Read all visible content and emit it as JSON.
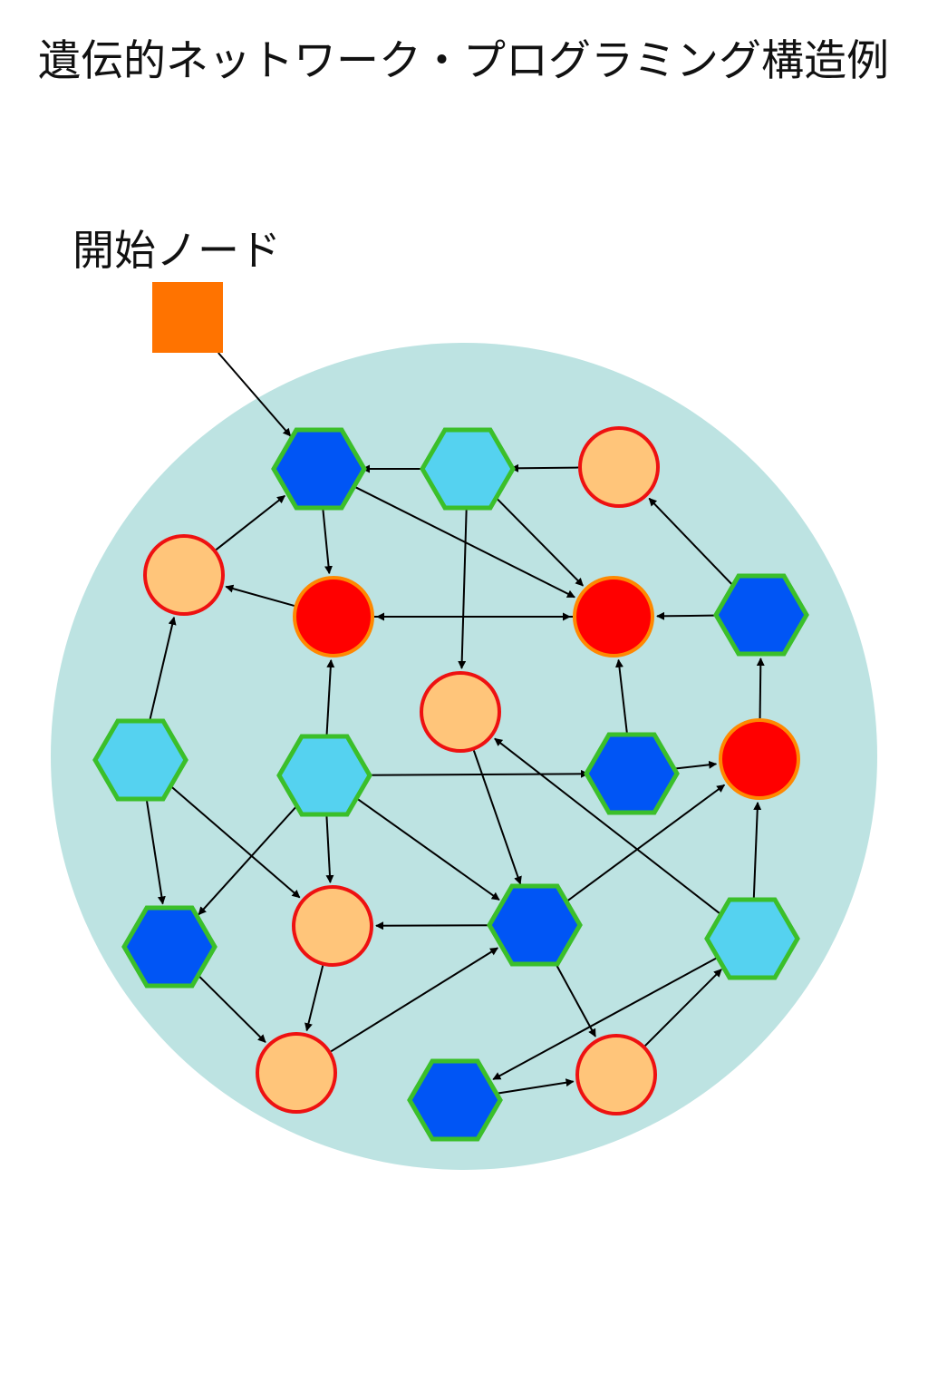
{
  "title": "遺伝的ネットワーク・プログラミング構造例",
  "start_label": "開始ノード",
  "colors": {
    "background_circle": "#bde3e2",
    "start_node": "#ff7300",
    "hex_dark_fill": "#0055f5",
    "hex_light_fill": "#55d2f0",
    "hex_stroke": "#3bbf2a",
    "circle_light_fill": "#ffc57a",
    "circle_light_stroke": "#ee1111",
    "circle_red_fill": "#ff0000",
    "circle_red_stroke": "#ff8800",
    "edge": "#000000"
  },
  "node_kinds": [
    "start",
    "hex-dark",
    "hex-light",
    "circle-light",
    "circle-red"
  ],
  "nodes": [
    {
      "id": "S",
      "kind": "start"
    },
    {
      "id": "N1",
      "kind": "hex-dark"
    },
    {
      "id": "N2",
      "kind": "hex-light"
    },
    {
      "id": "N3",
      "kind": "circle-light"
    },
    {
      "id": "N4",
      "kind": "circle-light"
    },
    {
      "id": "N5",
      "kind": "circle-red"
    },
    {
      "id": "N6",
      "kind": "circle-red"
    },
    {
      "id": "N7",
      "kind": "hex-dark"
    },
    {
      "id": "N8",
      "kind": "circle-light"
    },
    {
      "id": "N9",
      "kind": "hex-light"
    },
    {
      "id": "N10",
      "kind": "hex-light"
    },
    {
      "id": "N11",
      "kind": "hex-dark"
    },
    {
      "id": "N12",
      "kind": "circle-red"
    },
    {
      "id": "N13",
      "kind": "hex-dark"
    },
    {
      "id": "N14",
      "kind": "circle-light"
    },
    {
      "id": "N15",
      "kind": "hex-dark"
    },
    {
      "id": "N16",
      "kind": "hex-light"
    },
    {
      "id": "N17",
      "kind": "circle-light"
    },
    {
      "id": "N18",
      "kind": "hex-dark"
    },
    {
      "id": "N19",
      "kind": "circle-light"
    }
  ],
  "edges": [
    [
      "S",
      "N1"
    ],
    [
      "N2",
      "N1"
    ],
    [
      "N3",
      "N2"
    ],
    [
      "N4",
      "N1"
    ],
    [
      "N1",
      "N5"
    ],
    [
      "N1",
      "N6"
    ],
    [
      "N2",
      "N6"
    ],
    [
      "N2",
      "N8"
    ],
    [
      "N5",
      "N4"
    ],
    [
      "N6",
      "N5"
    ],
    [
      "N5",
      "N6"
    ],
    [
      "N7",
      "N6"
    ],
    [
      "N7",
      "N3"
    ],
    [
      "N9",
      "N4"
    ],
    [
      "N9",
      "N13"
    ],
    [
      "N9",
      "N14"
    ],
    [
      "N10",
      "N5"
    ],
    [
      "N10",
      "N11"
    ],
    [
      "N10",
      "N13"
    ],
    [
      "N10",
      "N14"
    ],
    [
      "N10",
      "N15"
    ],
    [
      "N11",
      "N6"
    ],
    [
      "N11",
      "N12"
    ],
    [
      "N12",
      "N7"
    ],
    [
      "N8",
      "N15"
    ],
    [
      "N15",
      "N14"
    ],
    [
      "N15",
      "N12"
    ],
    [
      "N15",
      "N19"
    ],
    [
      "N16",
      "N12"
    ],
    [
      "N16",
      "N8"
    ],
    [
      "N16",
      "N18"
    ],
    [
      "N14",
      "N17"
    ],
    [
      "N13",
      "N17"
    ],
    [
      "N17",
      "N15"
    ],
    [
      "N18",
      "N19"
    ],
    [
      "N19",
      "N16"
    ]
  ]
}
